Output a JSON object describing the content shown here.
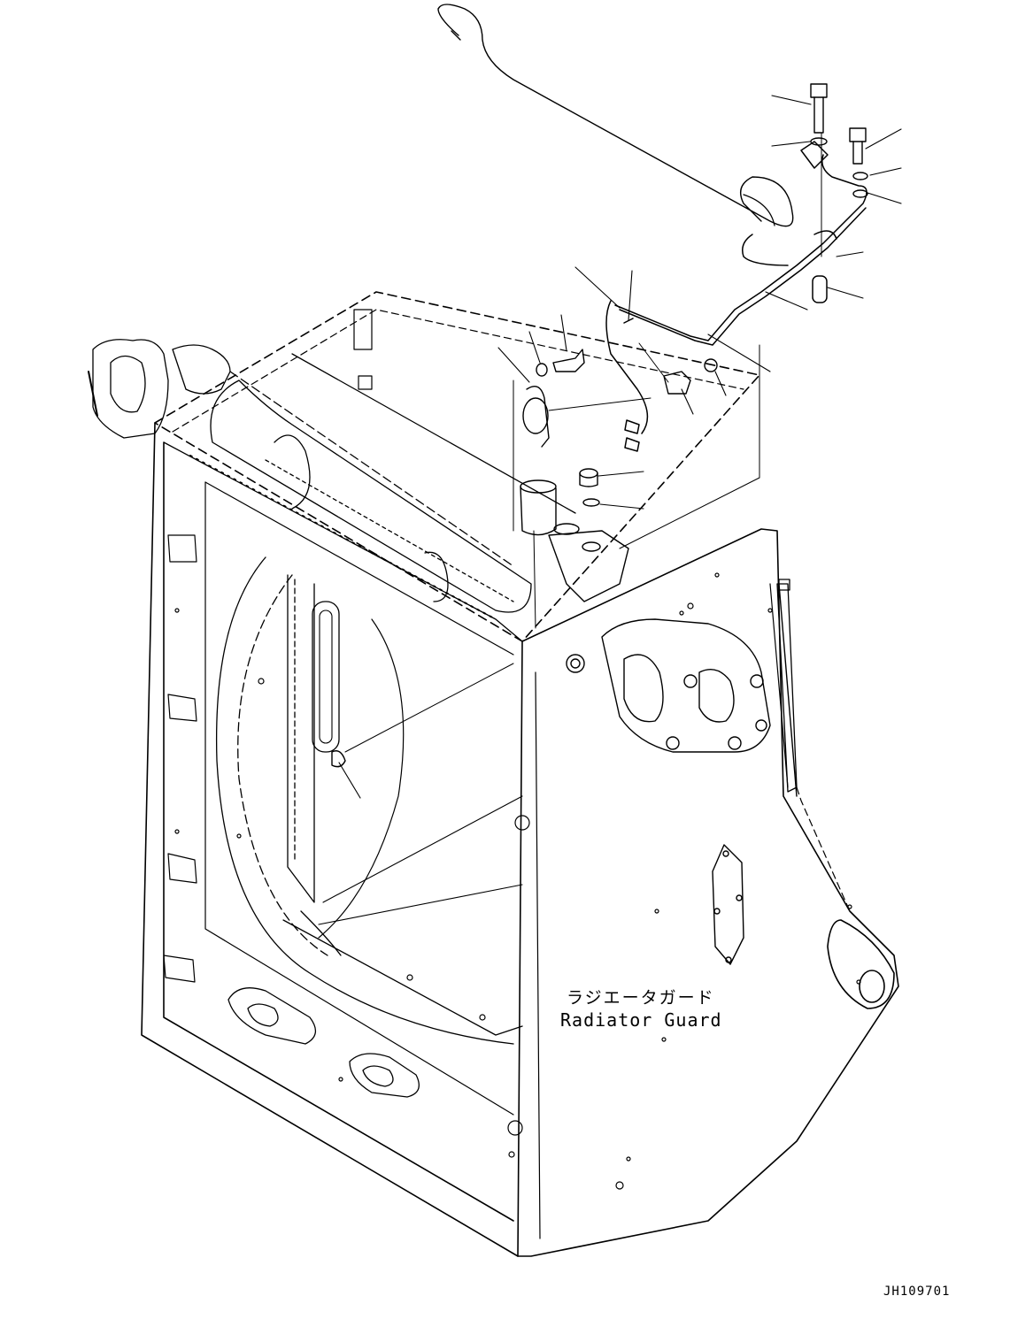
{
  "diagram": {
    "label_jp": "ラジエータガード",
    "label_en": "Radiator Guard",
    "drawing_code": "JH109701"
  }
}
